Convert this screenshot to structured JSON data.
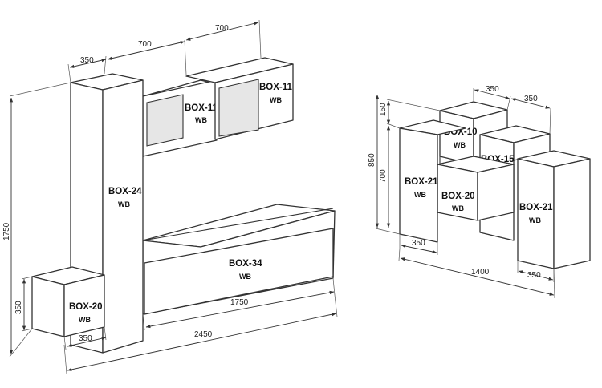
{
  "left_unit": {
    "modules": [
      {
        "name": "BOX-11",
        "finish": "WB"
      },
      {
        "name": "BOX-11",
        "finish": "WB"
      },
      {
        "name": "BOX-24",
        "finish": "WB"
      },
      {
        "name": "BOX-34",
        "finish": "WB"
      },
      {
        "name": "BOX-20",
        "finish": "WB"
      }
    ],
    "dimensions": {
      "tower_width": "350",
      "wall_box_a": "700",
      "wall_box_b": "700",
      "height": "1750",
      "low_box_height": "350",
      "low_box_depth": "350",
      "base_length": "1750",
      "total_length": "2450"
    }
  },
  "right_unit": {
    "modules": [
      {
        "name": "BOX-10",
        "finish": "WB"
      },
      {
        "name": "BOX-15",
        "finish": "WB"
      },
      {
        "name": "BOX-21",
        "finish": "WB"
      },
      {
        "name": "BOX-20",
        "finish": "WB"
      },
      {
        "name": "BOX-21",
        "finish": "WB"
      }
    ],
    "dimensions": {
      "top_box_width": "350",
      "mid_box_width": "350",
      "top_offset": "150",
      "total_height": "850",
      "cabinet_height": "700",
      "left_width": "350",
      "total_length": "1400",
      "right_width": "350"
    }
  }
}
